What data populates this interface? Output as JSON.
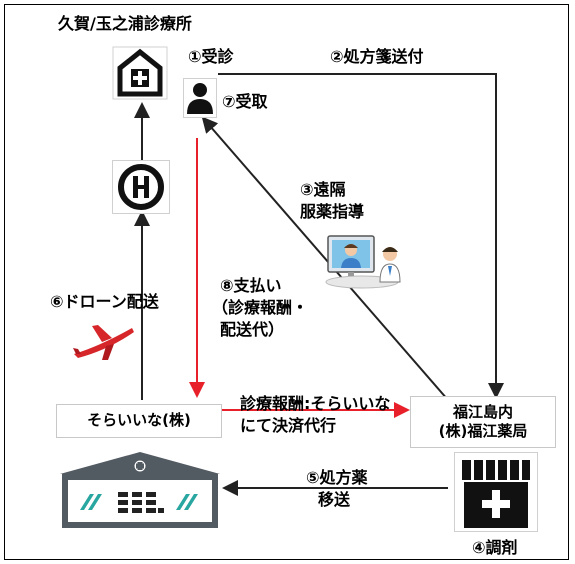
{
  "clinic": {
    "name": "久賀/玉之浦診療所"
  },
  "steps": {
    "s1": "①受診",
    "s2": "②処方箋送付",
    "s3_line1": "③遠隔",
    "s3_line2": "服薬指導",
    "s4": "④調剤",
    "s5_line1": "⑤処方薬",
    "s5_line2": "移送",
    "s6": "⑥ドローン配送",
    "s7": "⑦受取",
    "s8_line1": "⑧支払い",
    "s8_line2": "（診療報酬・",
    "s8_line3": "配送代）"
  },
  "payment_note": {
    "line1": "診療報酬:そらいいな",
    "line2": "にて決済代行"
  },
  "sorainaina_box": {
    "label": "そらいいな(株)"
  },
  "pharmacy_box": {
    "line1": "福江島内",
    "line2": "(株)福江薬局"
  },
  "colors": {
    "payment_arrow": "#e8202a",
    "flow_arrow": "#222222"
  }
}
